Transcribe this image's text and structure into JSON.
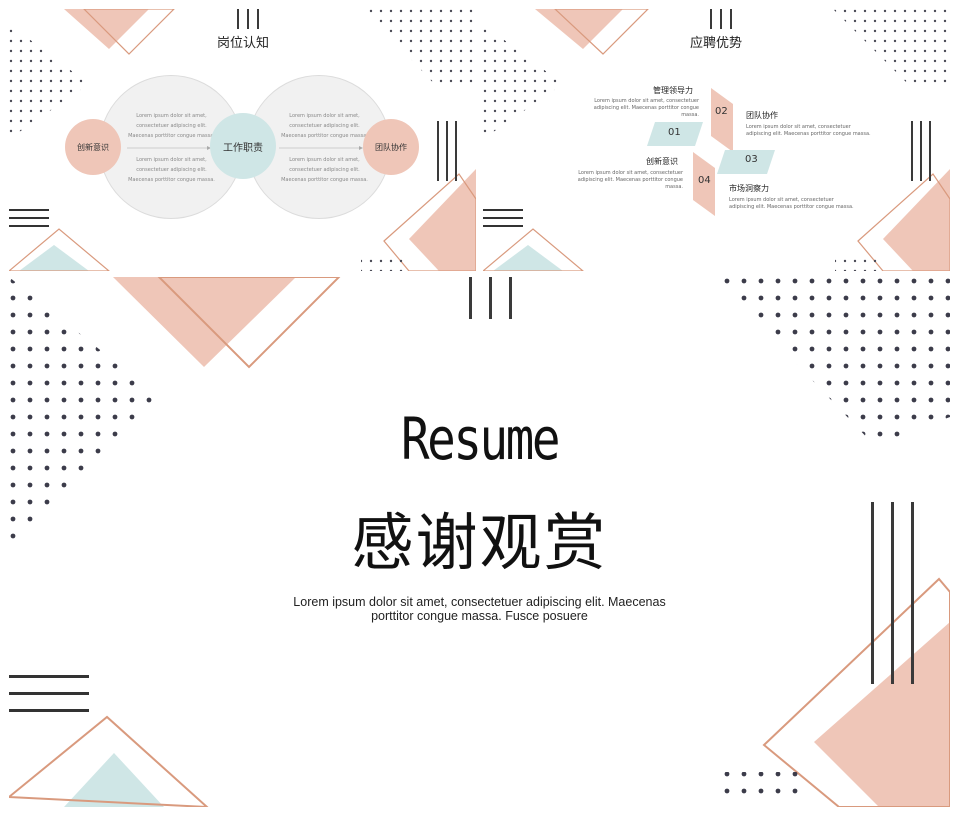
{
  "slide1": {
    "title": "岗位认知",
    "center_label": "工作职责",
    "left_label": "创新意识",
    "right_label": "团队协作",
    "lorem_lines": [
      "Lorem ipsum dolor sit amet,",
      "consectetuer adipiscing elit.",
      "Maecenas porttitor congue massa."
    ]
  },
  "slide2": {
    "title": "应聘优势",
    "items": [
      {
        "num": "01",
        "title": "创新意识",
        "text": "Lorem ipsum dolor sit amet, consectetuer adipiscing elit. Maecenas porttitor congue massa."
      },
      {
        "num": "02",
        "title": "管理领导力",
        "text": "Lorem ipsum dolor sit amet, consectetuer adipiscing elit. Maecenas porttitor congue massa."
      },
      {
        "num": "03",
        "title": "团队协作",
        "text": "Lorem ipsum dolor sit amet, consectetuer adipiscing elit. Maecenas porttitor congue massa."
      },
      {
        "num": "04",
        "title": "市场洞察力",
        "text": "Lorem ipsum dolor sit amet, consectetuer adipiscing elit. Maecenas porttitor congue massa."
      }
    ]
  },
  "slide3": {
    "title_en": "Resume",
    "title_cn": "感谢观赏",
    "subtitle_line1": "Lorem ipsum dolor sit amet, consectetuer adipiscing elit. Maecenas",
    "subtitle_line2": "porttitor congue massa. Fusce posuere"
  },
  "colors": {
    "pink": "#efc6b8",
    "pink_line": "#d99a7e",
    "teal": "#cfe6e6",
    "dark": "#333333",
    "dot": "#3c3c4a"
  }
}
